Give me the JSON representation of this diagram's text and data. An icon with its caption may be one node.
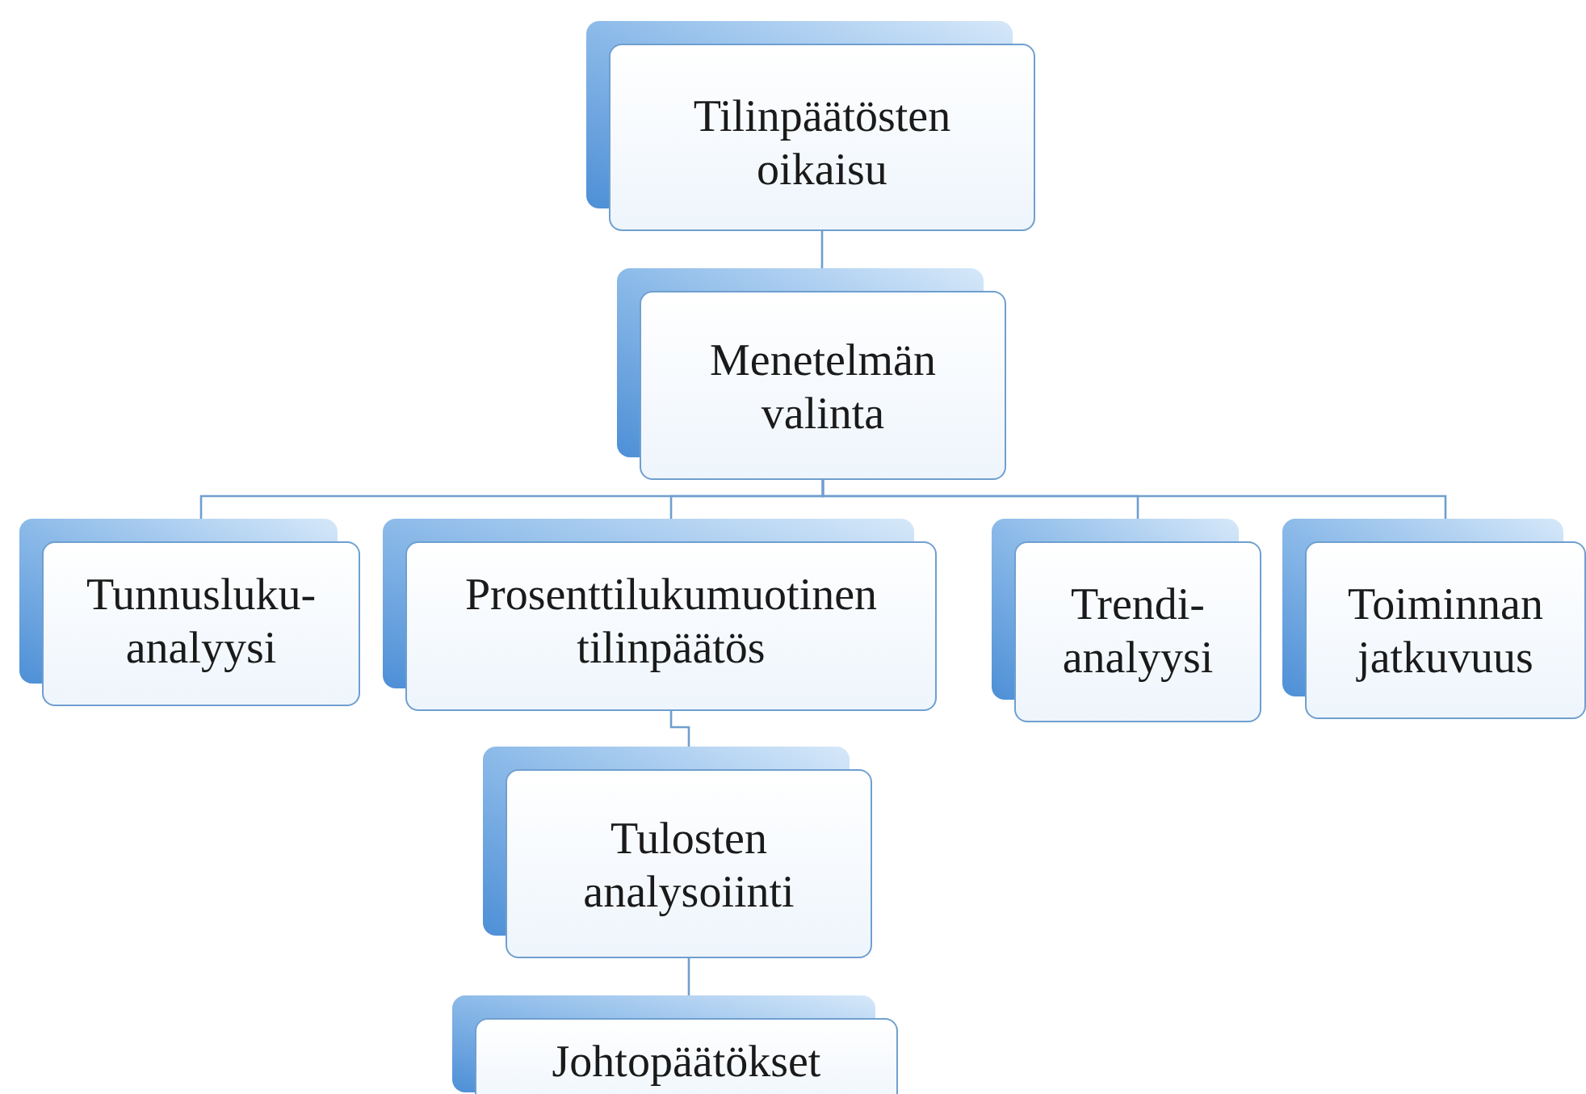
{
  "diagram": {
    "nodes": [
      {
        "text": [
          "Tilinpäätösten oikaisu"
        ]
      },
      {
        "text": [
          "Menetelmän valinta"
        ]
      },
      {
        "text": [
          "Tunnusluku- analyysi"
        ]
      },
      {
        "text": [
          "Prosenttilukumuotinen tilinpäätös"
        ]
      },
      {
        "text": [
          "Trendi- analyysi"
        ]
      },
      {
        "text": [
          "Toiminnan jatkuvuus"
        ]
      },
      {
        "text": [
          "Tulosten analysoiinti"
        ]
      },
      {
        "text": [
          "Johtopäätökset"
        ]
      }
    ],
    "edges": [
      {
        "from": 0,
        "to": 1,
        "arrow": "none"
      },
      {
        "from": 1,
        "to": 2,
        "arrow": "none"
      },
      {
        "from": 1,
        "to": 3,
        "arrow": "none"
      },
      {
        "from": 1,
        "to": 4,
        "arrow": "none"
      },
      {
        "from": 1,
        "to": 5,
        "arrow": "none"
      },
      {
        "from": 3,
        "to": 6,
        "arrow": "none"
      },
      {
        "from": 6,
        "to": 7,
        "arrow": "none"
      }
    ]
  }
}
